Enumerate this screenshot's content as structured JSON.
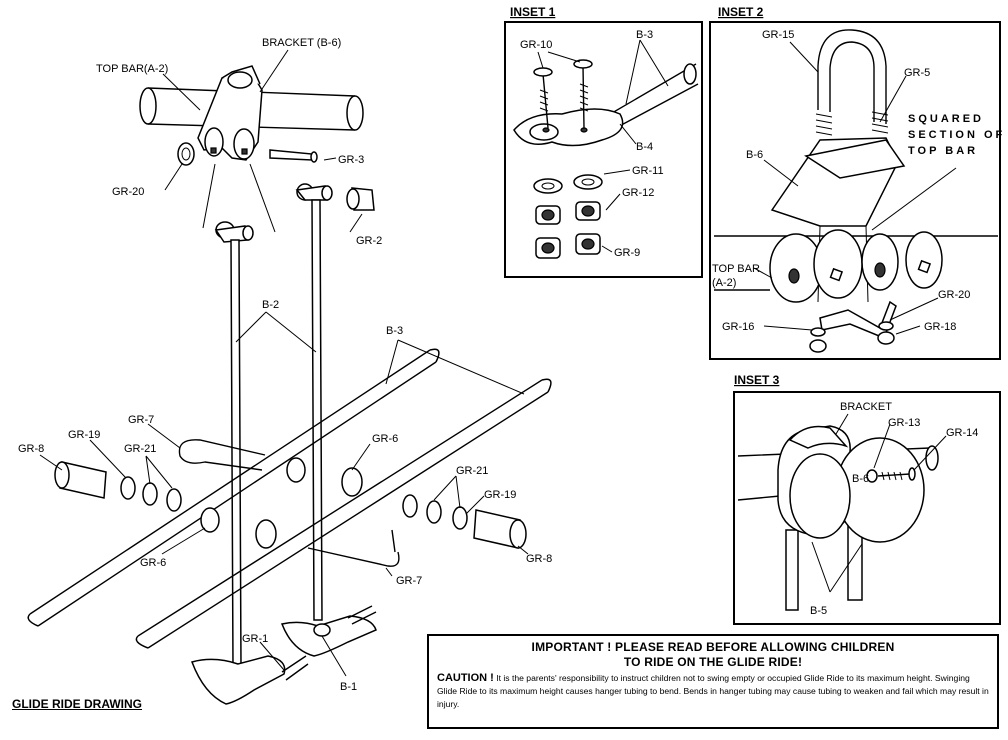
{
  "title": "GLIDE RIDE DRAWING",
  "insets": [
    {
      "title": "INSET 1"
    },
    {
      "title": "INSET 2"
    },
    {
      "title": "INSET 3"
    }
  ],
  "labels": {
    "top_bar_a2": "TOP BAR(A-2)",
    "bracket_b6": "BRACKET (B-6)",
    "gr20": "GR-20",
    "gr3": "GR-3",
    "gr2": "GR-2",
    "b2": "B-2",
    "b3": "B-3",
    "gr7": "GR-7",
    "gr8": "GR-8",
    "gr19": "GR-19",
    "gr21": "GR-21",
    "gr6": "GR-6",
    "gr1": "GR-1",
    "b1": "B-1",
    "inset1_gr10": "GR-10",
    "inset1_b3": "B-3",
    "inset1_b4": "B-4",
    "inset1_gr11": "GR-11",
    "inset1_gr12": "GR-12",
    "inset1_gr9": "GR-9",
    "inset2_gr15": "GR-15",
    "inset2_gr5": "GR-5",
    "inset2_squared_1": "SQUARED",
    "inset2_squared_2": "SECTION OF",
    "inset2_squared_3": "TOP BAR",
    "inset2_b6": "B-6",
    "inset2_top_bar_1": "TOP BAR",
    "inset2_top_bar_2": "(A-2)",
    "inset2_gr16": "GR-16",
    "inset2_gr20": "GR-20",
    "inset2_gr18": "GR-18",
    "inset3_bracket": "BRACKET",
    "inset3_gr13": "GR-13",
    "inset3_gr14": "GR-14",
    "inset3_b6": "B-6",
    "inset3_b5": "B-5"
  },
  "notice": {
    "heading_line1": "IMPORTANT ! PLEASE READ BEFORE ALLOWING  CHILDREN",
    "heading_line2": "TO RIDE ON THE GLIDE RIDE!",
    "caution_label": "CAUTION !",
    "caution_text": "It is the parents' responsibility to instruct children not to swing empty or occupied Glide Ride to its maximum height.  Swinging Glide Ride to its maximum height causes hanger tubing to bend.  Bends in hanger tubing may cause tubing to weaken and fail which may result in injury."
  }
}
